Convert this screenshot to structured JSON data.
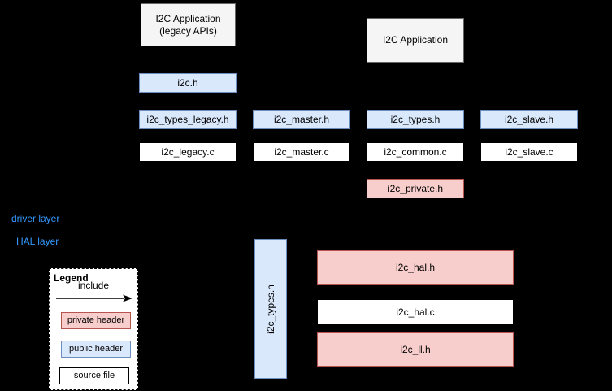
{
  "nodes": {
    "app_legacy_line1": "I2C Application",
    "app_legacy_line2": "(legacy APIs)",
    "app": "I2C Application",
    "i2c_h": "i2c.h",
    "i2c_types_legacy_h": "i2c_types_legacy.h",
    "i2c_master_h": "i2c_master.h",
    "i2c_types_h": "i2c_types.h",
    "i2c_slave_h": "i2c_slave.h",
    "i2c_legacy_c": "i2c_legacy.c",
    "i2c_master_c": "i2c_master.c",
    "i2c_common_c": "i2c_common.c",
    "i2c_slave_c": "i2c_slave.c",
    "i2c_private_h": "i2c_private.h",
    "i2c_types_h_vertical": "i2c_types.h",
    "i2c_hal_h": "i2c_hal.h",
    "i2c_hal_c": "i2c_hal.c",
    "i2c_ll_h": "i2c_ll.h"
  },
  "layers": {
    "driver": "driver layer",
    "hal": "HAL layer"
  },
  "legend": {
    "title": "Legend",
    "include": "include",
    "private_header": "private header",
    "public_header": "public header",
    "source_file": "source file"
  },
  "colors": {
    "background": "#000000",
    "public_header_fill": "#dae8fc",
    "public_header_border": "#6c8ebf",
    "private_header_fill": "#f8cecc",
    "private_header_border": "#b85450",
    "source_file_fill": "#ffffff",
    "source_file_border": "#000000",
    "application_fill": "#f5f5f5",
    "application_border": "#666666",
    "layer_label_text": "#3399ff"
  }
}
